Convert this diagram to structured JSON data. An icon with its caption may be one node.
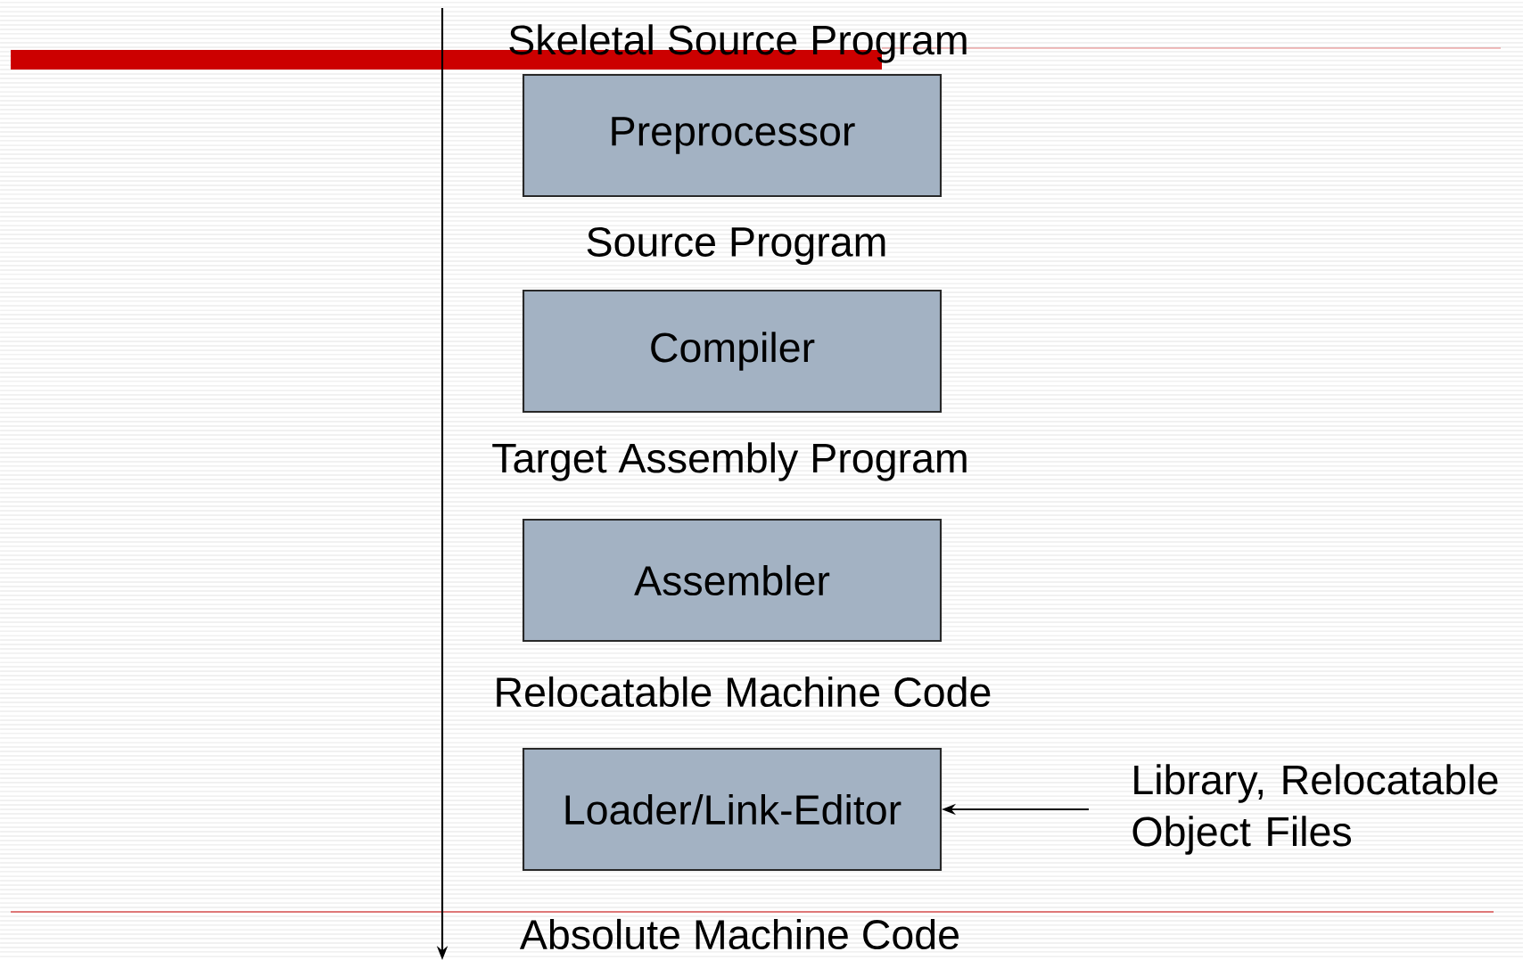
{
  "diagram": {
    "nodes": [
      {
        "text": [
          "Preprocessor"
        ]
      },
      {
        "text": [
          "Compiler"
        ]
      },
      {
        "text": [
          "Assembler"
        ]
      },
      {
        "text": [
          "Loader/Link-Editor"
        ]
      },
      {
        "text": [
          "Library, Relocatable Object Files"
        ]
      }
    ],
    "edges": [
      {
        "from": 4,
        "to": 3,
        "arrow": "to"
      }
    ],
    "labels": [
      "Skeletal Source Program",
      "Source Program",
      "Target Assembly Program",
      "Relocatable Machine Code",
      "Absolute Machine Code"
    ]
  }
}
